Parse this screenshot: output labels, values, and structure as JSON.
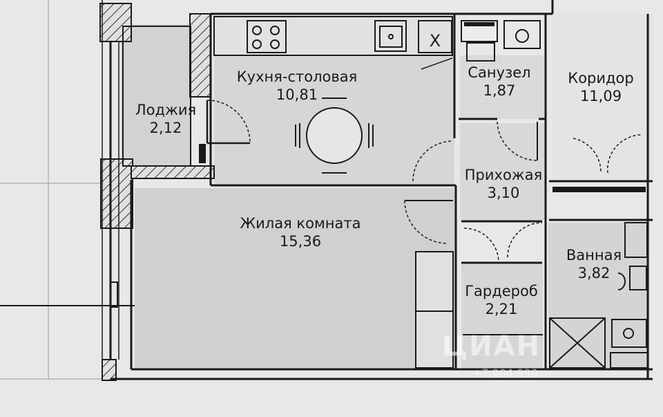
{
  "rooms": {
    "kitchen": {
      "name": "Кухня-столовая",
      "area": "10,81"
    },
    "loggia": {
      "name": "Лоджия",
      "area": "2,12"
    },
    "wc": {
      "name": "Санузел",
      "area": "1,87"
    },
    "corridor": {
      "name": "Коридор",
      "area": "11,09"
    },
    "hall": {
      "name": "Прихожая",
      "area": "3,10"
    },
    "living": {
      "name": "Жилая комната",
      "area": "15,36"
    },
    "bathroom": {
      "name": "Ванная",
      "area": "3,82"
    },
    "wardrobe": {
      "name": "Гардероб",
      "area": "2,21"
    }
  },
  "stove_mark": "X",
  "watermark": {
    "brand": "ЦИАН",
    "phone": "+7 904 990"
  },
  "colors": {
    "background": "#e8e8e8",
    "room_fill": "#d4d4d4",
    "wall": "#1a1a1a"
  }
}
